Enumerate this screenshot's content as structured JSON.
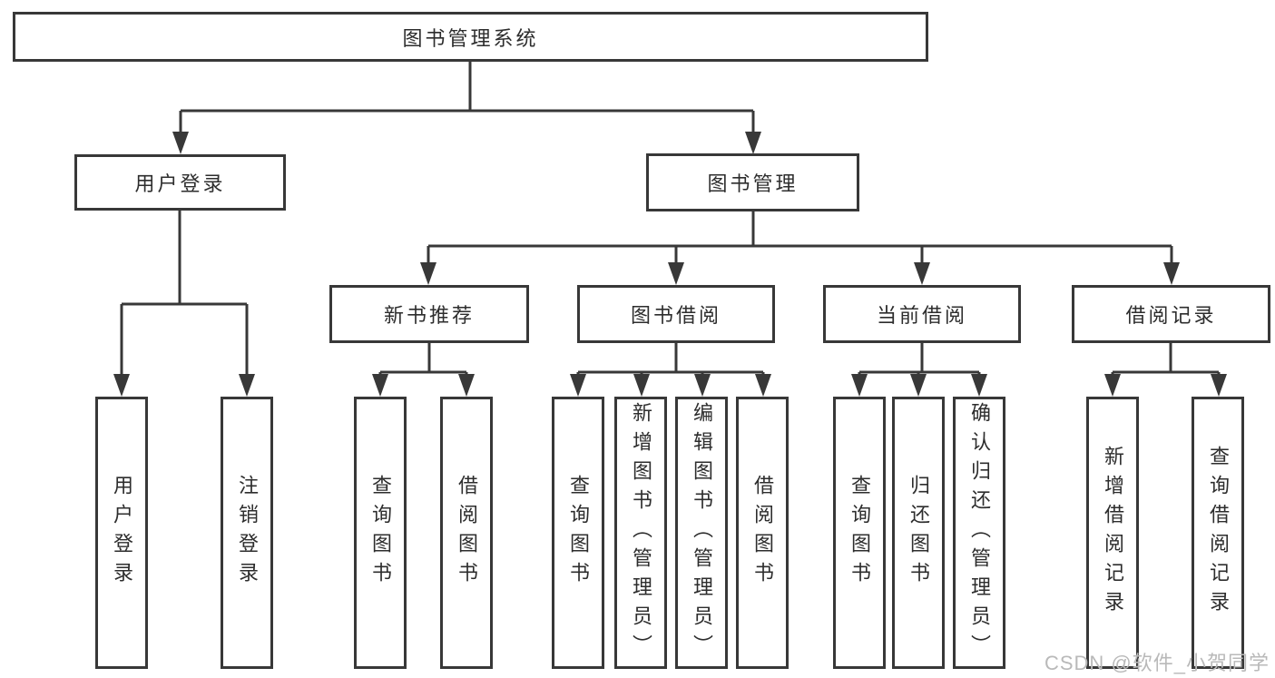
{
  "diagram": {
    "title": "图书管理系统",
    "root": {
      "label": "图书管理系统"
    },
    "level2": [
      {
        "label": "用户登录"
      },
      {
        "label": "图书管理"
      }
    ],
    "level3": [
      {
        "label": "新书推荐"
      },
      {
        "label": "图书借阅"
      },
      {
        "label": "当前借阅"
      },
      {
        "label": "借阅记录"
      }
    ],
    "leaves": [
      {
        "label": "用户登录"
      },
      {
        "label": "注销登录"
      },
      {
        "label": "查询图书"
      },
      {
        "label": "借阅图书"
      },
      {
        "label": "查询图书"
      },
      {
        "label": "新增图书（管理员）"
      },
      {
        "label": "编辑图书（管理员）"
      },
      {
        "label": "借阅图书"
      },
      {
        "label": "查询图书"
      },
      {
        "label": "归还图书"
      },
      {
        "label": "确认归还（管理员）"
      },
      {
        "label": "新增借阅记录"
      },
      {
        "label": "查询借阅记录"
      }
    ]
  },
  "watermark": {
    "text": "CSDN @软件_小贺同学"
  },
  "colors": {
    "line": "#383838",
    "border": "#383838",
    "text": "#2d2d2d",
    "watermark": "#b9b9b9",
    "background": "#ffffff"
  }
}
